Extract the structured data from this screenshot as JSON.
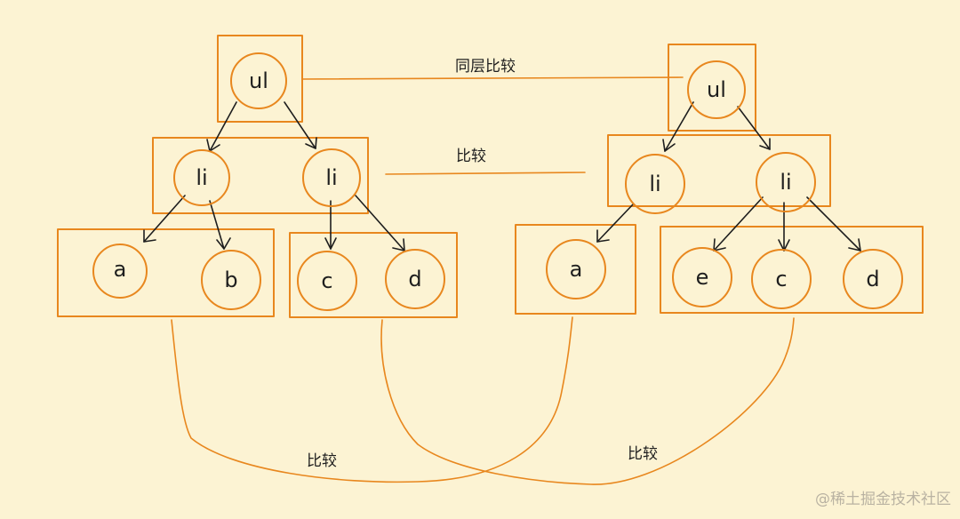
{
  "diagram": {
    "left_tree": {
      "root": "ul",
      "level2": [
        "li",
        "li"
      ],
      "group1": [
        "a",
        "b"
      ],
      "group2": [
        "c",
        "d"
      ]
    },
    "right_tree": {
      "root": "ul",
      "level2": [
        "li",
        "li"
      ],
      "group1": [
        "a"
      ],
      "group2": [
        "e",
        "c",
        "d"
      ]
    },
    "labels": {
      "top_compare": "同层比较",
      "mid_compare": "比较",
      "bottom_compare_1": "比较",
      "bottom_compare_2": "比较"
    },
    "colors": {
      "background": "#fcf3d3",
      "stroke": "#e8871e",
      "text": "#1e1e1e"
    }
  },
  "watermark": "@稀土掘金技术社区"
}
